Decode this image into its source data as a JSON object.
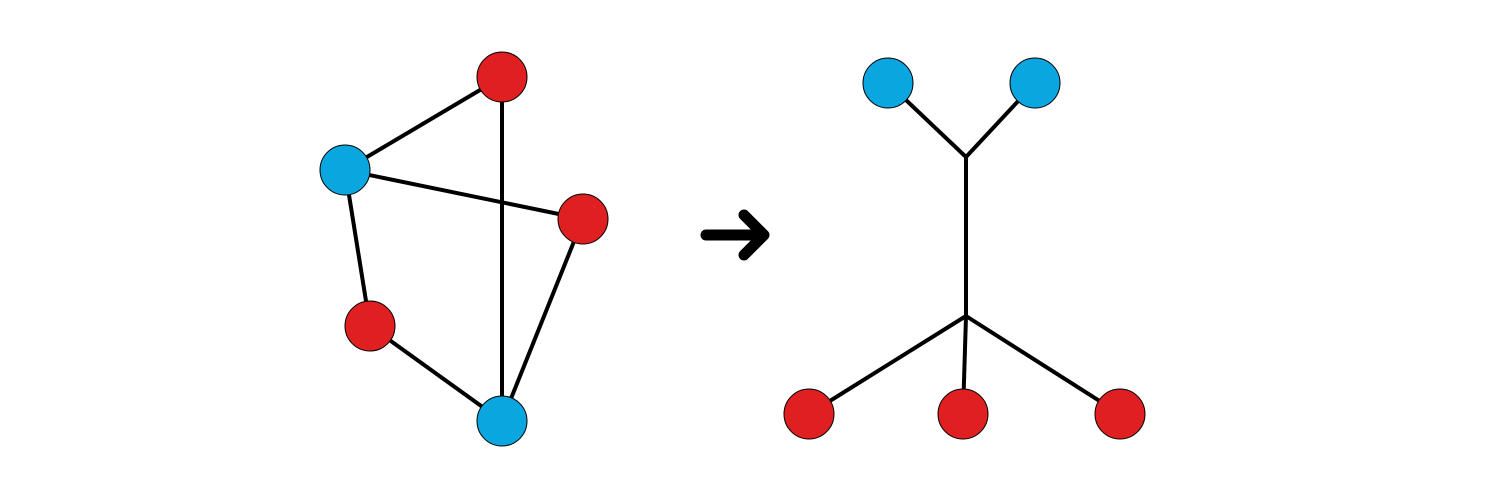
{
  "colors": {
    "background": "#ffffff",
    "edge": "#000000",
    "node_stroke": "#000000",
    "red": "#e02020",
    "blue": "#0aa6df",
    "arrow": "#000000"
  },
  "diagram": {
    "left_graph": {
      "description_free": true,
      "nodes": [
        {
          "id": "l-top",
          "color": "red"
        },
        {
          "id": "l-left",
          "color": "blue"
        },
        {
          "id": "l-right",
          "color": "red"
        },
        {
          "id": "l-lower-left",
          "color": "red"
        },
        {
          "id": "l-bottom",
          "color": "blue"
        }
      ],
      "edges": [
        [
          "l-top",
          "l-left"
        ],
        [
          "l-top",
          "l-bottom"
        ],
        [
          "l-left",
          "l-right"
        ],
        [
          "l-left",
          "l-lower-left"
        ],
        [
          "l-lower-left",
          "l-bottom"
        ],
        [
          "l-right",
          "l-bottom"
        ]
      ]
    },
    "arrow_icon": "right-arrow-icon",
    "right_tree": {
      "nodes": [
        {
          "id": "r-top-left",
          "color": "blue"
        },
        {
          "id": "r-top-right",
          "color": "blue"
        },
        {
          "id": "r-bottom-left",
          "color": "red"
        },
        {
          "id": "r-bottom-mid",
          "color": "red"
        },
        {
          "id": "r-bottom-right",
          "color": "red"
        }
      ],
      "junctions": [
        "j-upper",
        "j-lower"
      ],
      "edges": [
        [
          "r-top-left",
          "j-upper"
        ],
        [
          "r-top-right",
          "j-upper"
        ],
        [
          "j-upper",
          "j-lower"
        ],
        [
          "j-lower",
          "r-bottom-left"
        ],
        [
          "j-lower",
          "r-bottom-mid"
        ],
        [
          "j-lower",
          "r-bottom-right"
        ]
      ]
    }
  }
}
